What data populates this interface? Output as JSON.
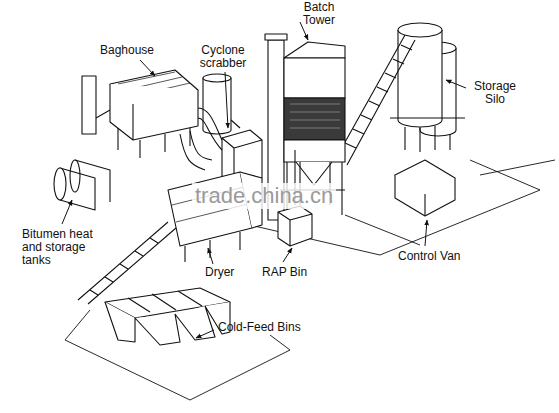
{
  "diagram": {
    "labels": [
      "Batch Tower",
      "Baghouse",
      "Cyclone scrabber",
      "Storage Silo",
      "Bitumen heat and storage tanks",
      "Dryer",
      "RAP Bin",
      "Control Van",
      "Cold-Feed Bins",
      "trade.china.cn"
    ]
  }
}
